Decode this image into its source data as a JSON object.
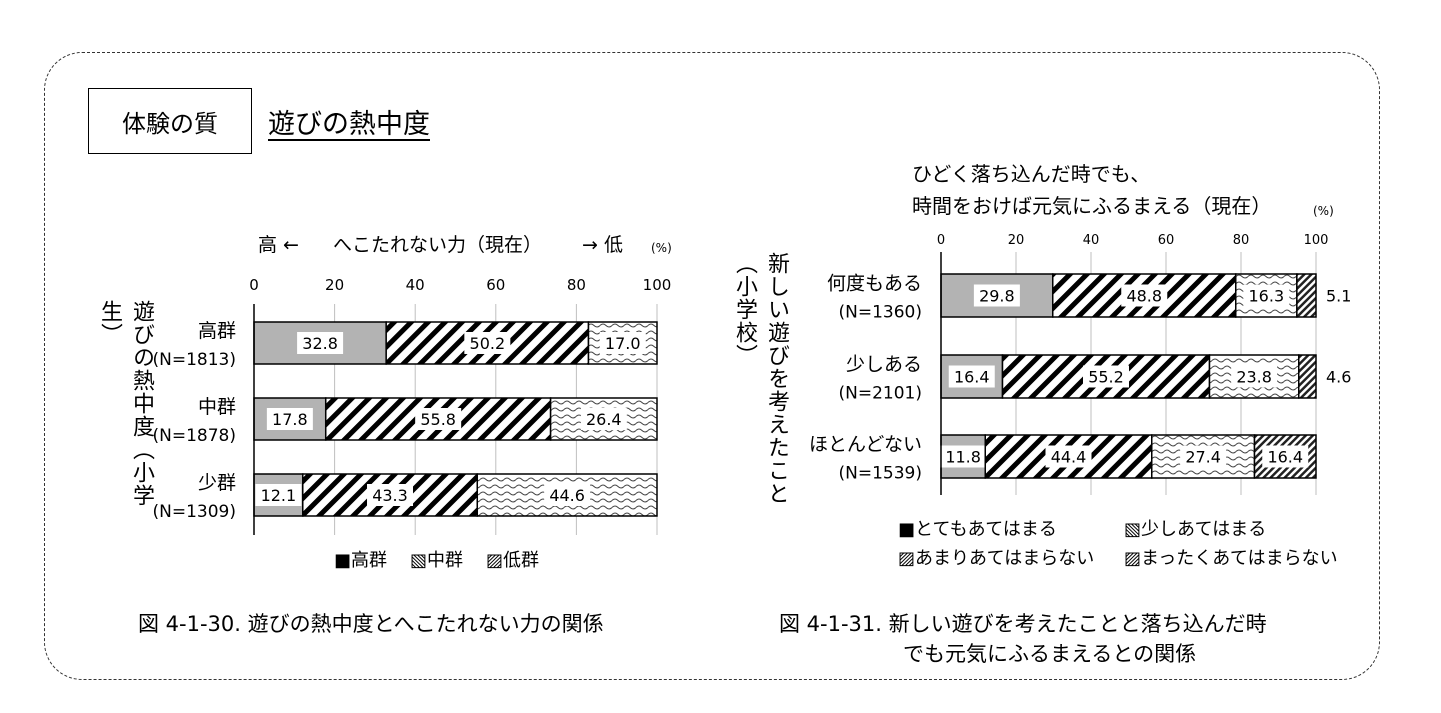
{
  "section": {
    "label": "体験の質",
    "title": "遊びの熱中度"
  },
  "colors": {
    "high": "#b3b3b3",
    "line": "#000000",
    "frame": "#333333"
  },
  "chart_data": [
    {
      "type": "bar",
      "orientation": "horizontal-stacked-100",
      "header": {
        "left": "高 ←",
        "middle": "へこたれない力（現在）",
        "right": "→ 低"
      },
      "unit": "(%)",
      "xlim": [
        0,
        100
      ],
      "ticks": [
        "0",
        "20",
        "40",
        "60",
        "80",
        "100"
      ],
      "ylabel": "遊びの熱中度（小学生）",
      "categories": [
        {
          "name": "高群",
          "n": "(N=1813)"
        },
        {
          "name": "中群",
          "n": "(N=1878)"
        },
        {
          "name": "少群",
          "n": "(N=1309)"
        }
      ],
      "series": [
        {
          "name": "高群",
          "pattern": "gray",
          "values": [
            32.8,
            17.8,
            12.1
          ]
        },
        {
          "name": "中群",
          "pattern": "diag",
          "values": [
            50.2,
            55.8,
            43.3
          ]
        },
        {
          "name": "低群",
          "pattern": "wave",
          "values": [
            17.0,
            26.4,
            44.6
          ]
        }
      ],
      "legend": [
        "■高群",
        "▧中群",
        "▨低群"
      ],
      "caption": "図 4-1-30.  遊びの熱中度とへこたれない力の関係"
    },
    {
      "type": "bar",
      "orientation": "horizontal-stacked-100",
      "title": [
        "ひどく落ち込んだ時でも、",
        "時間をおけば元気にふるまえる（現在）"
      ],
      "unit": "(%)",
      "xlim": [
        0,
        100
      ],
      "ticks": [
        "0",
        "20",
        "40",
        "60",
        "80",
        "100"
      ],
      "ylabel": "新しい遊びを考えたこと（小学校）",
      "categories": [
        {
          "name": "何度もある",
          "n": "(N=1360)"
        },
        {
          "name": "少しある",
          "n": "(N=2101)"
        },
        {
          "name": "ほとんどない",
          "n": "(N=1539)"
        }
      ],
      "series": [
        {
          "name": "とてもあてはまる",
          "pattern": "gray",
          "values": [
            29.8,
            16.4,
            11.8
          ]
        },
        {
          "name": "少しあてはまる",
          "pattern": "diag",
          "values": [
            48.8,
            55.2,
            44.4
          ]
        },
        {
          "name": "あまりあてはまらない",
          "pattern": "wave",
          "values": [
            16.3,
            23.8,
            27.4
          ]
        },
        {
          "name": "まったくあてはまらない",
          "pattern": "dense",
          "values": [
            5.1,
            4.6,
            16.4
          ]
        }
      ],
      "legend": [
        "■とてもあてはまる",
        "▧少しあてはまる",
        "▨あまりあてはまらない",
        "▨まったくあてはまらない"
      ],
      "caption": [
        "図 4-1-31.  新しい遊びを考えたことと落ち込んだ時",
        "でも元気にふるまえるとの関係"
      ]
    }
  ]
}
